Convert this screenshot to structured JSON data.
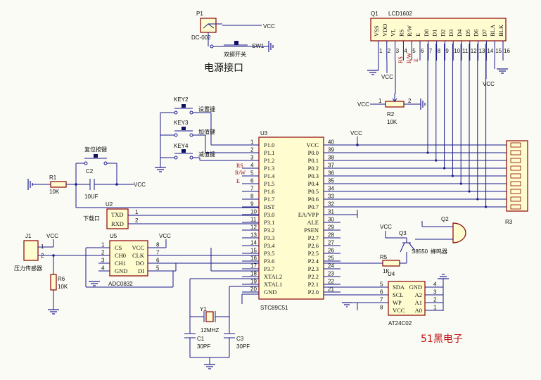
{
  "power": {
    "ref": "P1",
    "part": "DC-002",
    "switch_label": "双掷开关",
    "switch_ref": "SW1",
    "title": "电源接口",
    "vcc": "VCC"
  },
  "keys": [
    {
      "ref": "KEY2",
      "label": "设置键"
    },
    {
      "ref": "KEY3",
      "label": "加值键"
    },
    {
      "ref": "KEY4",
      "label": "减值键"
    }
  ],
  "reset": {
    "label": "复位按键",
    "cap_ref": "C2",
    "cap_val": "10UF",
    "res_ref": "R1",
    "res_val": "10K",
    "vcc": "VCC"
  },
  "uart": {
    "ref": "U2",
    "pin1": "TXD",
    "pin2": "RXD",
    "label": "下载口"
  },
  "lcd": {
    "ref": "Q1",
    "part": "LCD1602",
    "pins": [
      "VSS",
      "VDD",
      "VL",
      "RS",
      "R/W",
      "E",
      "D0",
      "D1",
      "D2",
      "D3",
      "D4",
      "D5",
      "D6",
      "D7",
      "BLA",
      "BLK"
    ],
    "nums": [
      "1",
      "2",
      "3",
      "4",
      "5",
      "6",
      "7",
      "8",
      "9",
      "10",
      "11",
      "12",
      "13",
      "14",
      "15",
      "16"
    ],
    "rs": "RS",
    "rw": "R/W",
    "e": "E",
    "vcc": "VCC"
  },
  "pot": {
    "ref": "R2",
    "val": "10K",
    "p1": "1",
    "p2": "2",
    "vcc": "VCC"
  },
  "mcu": {
    "ref": "U3",
    "part": "STC89C51",
    "left": [
      "P1.0",
      "P1.1",
      "P1.2",
      "P1.3",
      "P1.4",
      "P1.5",
      "P1.6",
      "P1.7",
      "RST",
      "P3.0",
      "P3.1",
      "P3.2",
      "P3.3",
      "P3.4",
      "P3.5",
      "P3.6",
      "P3.7",
      "XTAL2",
      "XTAL1",
      "GND"
    ],
    "left_nums": [
      "1",
      "2",
      "3",
      "4",
      "5",
      "6",
      "7",
      "8",
      "9",
      "10",
      "11",
      "12",
      "13",
      "14",
      "15",
      "16",
      "17",
      "18",
      "19",
      "20"
    ],
    "right": [
      "VCC",
      "P0.0",
      "P0.1",
      "P0.2",
      "P0.3",
      "P0.4",
      "P0.5",
      "P0.6",
      "P0.7",
      "EA/VPP",
      "ALE",
      "PSEN",
      "P2.7",
      "P2.6",
      "P2.5",
      "P2.4",
      "P2.3",
      "P2.2",
      "P2.1",
      "P2.0"
    ],
    "right_nums": [
      "40",
      "39",
      "38",
      "37",
      "36",
      "35",
      "34",
      "33",
      "32",
      "31",
      "30",
      "29",
      "28",
      "27",
      "26",
      "25",
      "24",
      "23",
      "22",
      "21"
    ],
    "net_rs": "RS",
    "net_rw": "R/W",
    "net_e": "E",
    "vcc": "VCC"
  },
  "rnet": {
    "ref": "R3"
  },
  "buzzer": {
    "ref": "Q2",
    "label": "蜂鸣器",
    "trans_ref": "Q3",
    "trans_part": "S8550",
    "res_ref": "R5",
    "res_val": "1K",
    "vcc": "VCC"
  },
  "eeprom": {
    "ref": "U4",
    "part": "AT24C02",
    "left": [
      "SDA",
      "SCL",
      "WP",
      "VCC"
    ],
    "left_nums": [
      "5",
      "6",
      "7",
      "8"
    ],
    "right": [
      "GND",
      "A2",
      "A1",
      "A0"
    ],
    "right_nums": [
      "4",
      "3",
      "2",
      "1"
    ]
  },
  "adc": {
    "ref": "U5",
    "part": "ADC0832",
    "left": [
      "CS",
      "CH0",
      "CH1",
      "GND"
    ],
    "left_nums": [
      "1",
      "2",
      "3",
      "4"
    ],
    "right": [
      "VCC",
      "CLK",
      "DO",
      "DI"
    ],
    "right_nums": [
      "8",
      "7",
      "6",
      "5"
    ],
    "vcc": "VCC"
  },
  "sensor": {
    "ref": "J1",
    "label": "压力传感器",
    "p1": "1",
    "p2": "2",
    "res_ref": "R6",
    "res_val": "10K",
    "vcc": "VCC"
  },
  "crystal": {
    "ref": "Y1",
    "val": "12MHZ",
    "c1_ref": "C1",
    "c1_val": "30PF",
    "c3_ref": "C3",
    "c3_val": "30PF"
  },
  "brand": "51黑电子"
}
